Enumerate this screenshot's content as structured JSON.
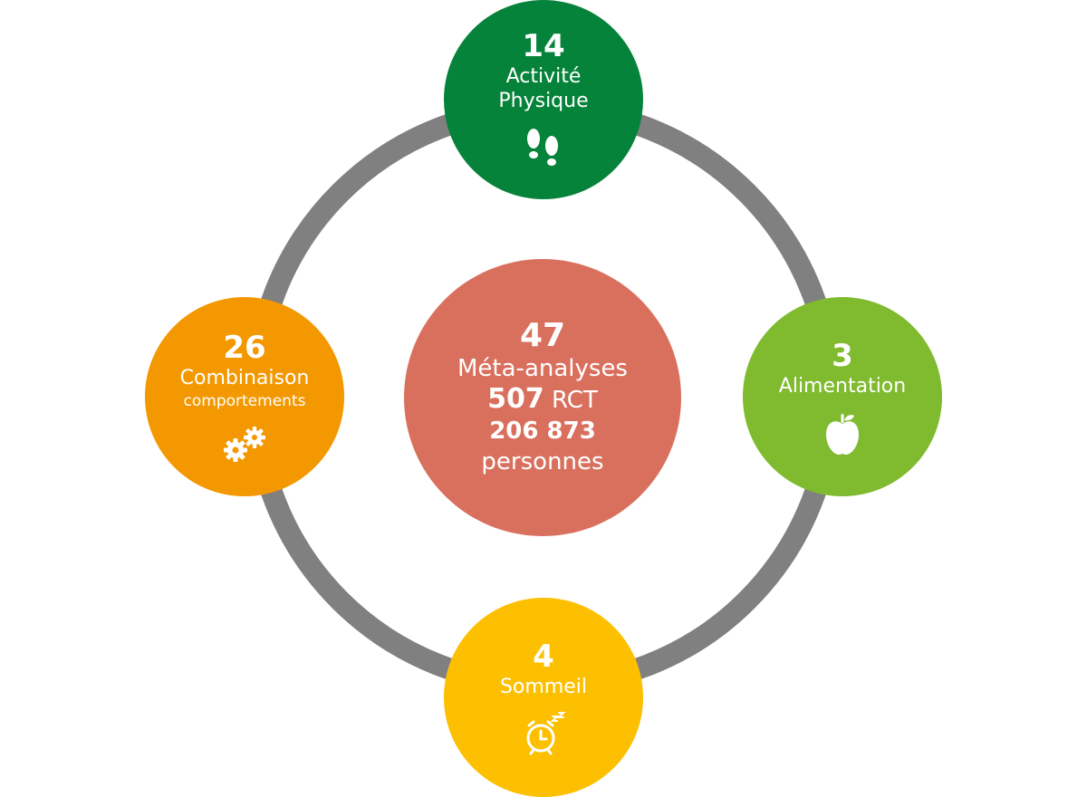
{
  "center": {
    "count": "47",
    "label": "Méta-analyses",
    "rct_count": "507",
    "rct_label": "RCT",
    "people_count": "206 873",
    "people_label": "personnes",
    "color": "#d9705d"
  },
  "nodes": {
    "top": {
      "count": "14",
      "label_line1": "Activité",
      "label_line2": "Physique",
      "icon": "footprints-icon",
      "color": "#06833a"
    },
    "right": {
      "count": "3",
      "label": "Alimentation",
      "icon": "apple-icon",
      "color": "#7fba2f"
    },
    "bottom": {
      "count": "4",
      "label": "Sommeil",
      "icon": "alarm-clock-icon",
      "color": "#fcc000"
    },
    "left": {
      "count": "26",
      "label_line1": "Combinaison",
      "label_line2": "comportements",
      "icon": "gears-icon",
      "color": "#f39800"
    }
  },
  "ring_color": "#808080"
}
